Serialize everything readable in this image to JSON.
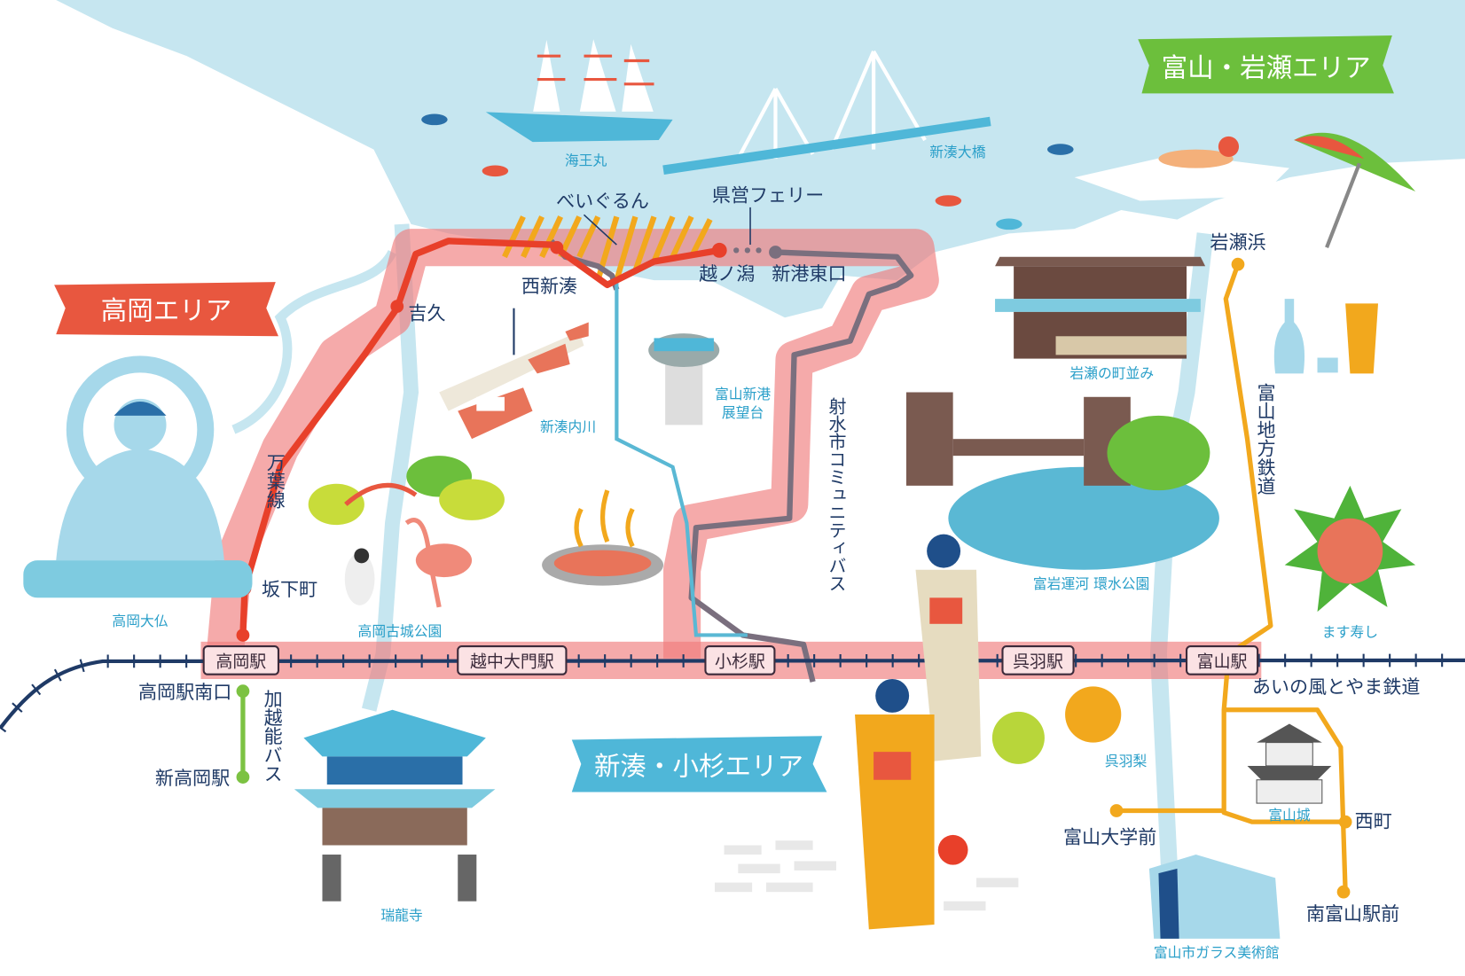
{
  "areas": {
    "toyama_iwase": "富山・岩瀬エリア",
    "takaoka": "高岡エリア",
    "shinminato_kosugi": "新湊・小杉エリア"
  },
  "colors": {
    "sea": "#c6e6f0",
    "route_band": "#f07c7c",
    "manyo_line": "#e8402a",
    "community_bus": "#7a6f7e",
    "railway": "#1f3a66",
    "chitetsu": "#f2a81d",
    "kaetsuno_bus": "#7cc242",
    "banner_green": "#6cbf3c",
    "banner_red": "#e8573f",
    "banner_blue": "#4fb7d8"
  },
  "landmarks": {
    "kaiwomaru": "海王丸",
    "shinminato_bridge": "新湊大橋",
    "baygurun": "べいぐるん",
    "ferry": "県営フェリー",
    "observatory": "富山新港\n展望台",
    "observatory_line1": "富山新港",
    "observatory_line2": "展望台",
    "uchikawa": "新湊内川",
    "kojo_park": "高岡古城公園",
    "daibutsu": "高岡大仏",
    "zuiryuji": "瑞龍寺",
    "iwase_townscape": "岩瀬の町並み",
    "kansui_park": "富岩運河 環水公園",
    "masuzushi": "ます寿し",
    "kureha_pear": "呉羽梨",
    "toyama_castle": "富山城",
    "glass_museum": "富山市ガラス美術館"
  },
  "lines": {
    "manyo": "万葉線",
    "community_bus": "射水市コミュニティバス",
    "kaetsuno_bus": "加越能バス",
    "chitetsu": "富山地方鉄道",
    "ainokaze": "あいの風とやま鉄道"
  },
  "stops": {
    "nishi_shinminato": "西新湊",
    "koshinokata": "越ノ潟",
    "shinko_higashiguchi": "新港東口",
    "yoshihisa": "吉久",
    "sakashitamachi": "坂下町",
    "takaoka_minamiguchi": "高岡駅南口",
    "shin_takaoka": "新高岡駅",
    "iwasehama": "岩瀬浜",
    "toyama_univ": "富山大学前",
    "nishicho": "西町",
    "minami_toyama": "南富山駅前"
  },
  "stations": {
    "takaoka": "高岡駅",
    "etchu_daimon": "越中大門駅",
    "kosugi": "小杉駅",
    "kureha": "呉羽駅",
    "toyama": "富山駅"
  }
}
